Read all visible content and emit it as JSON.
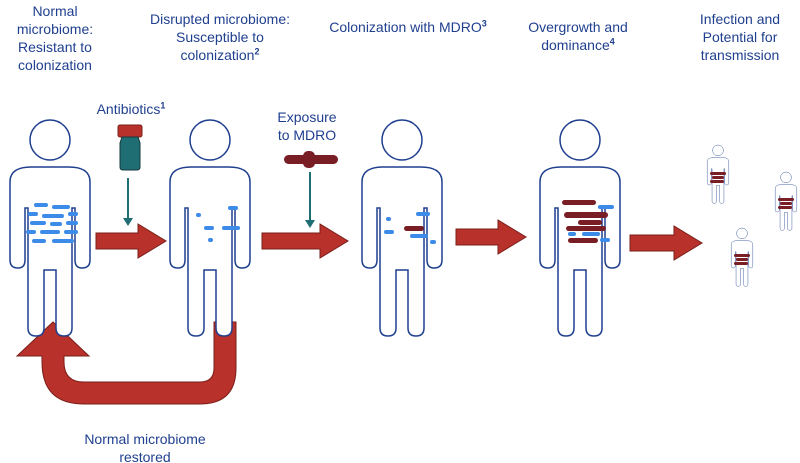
{
  "stages": [
    {
      "line1": "Normal",
      "line2": "microbiome:",
      "line3": "Resistant to",
      "line4": "colonization"
    },
    {
      "line1": "Disrupted microbiome:",
      "line2": "Susceptible to",
      "line3": "colonization",
      "sup": "2"
    },
    {
      "line1": "Colonization with MDRO",
      "sup": "3"
    },
    {
      "line1": "Overgrowth and",
      "line2": "dominance",
      "sup": "4"
    },
    {
      "line1": "Infection and",
      "line2": "Potential for",
      "line3": "transmission"
    }
  ],
  "labels": {
    "antibiotics": "Antibiotics",
    "antibiotics_sup": "1",
    "exposure_line1": "Exposure",
    "exposure_line2": "to MDRO",
    "restored_line1": "Normal microbiome",
    "restored_line2": "restored"
  },
  "colors": {
    "text": "#1f3f8f",
    "arrow_fill": "#b8312a",
    "arrow_stroke": "#7a1f1a",
    "body_outline": "#1f3f8f",
    "normal_bacteria": "#3c8be8",
    "mdro_bacteria": "#7a1e26",
    "down_arrow": "#1f6e74",
    "vial_cap": "#b8312a",
    "vial_body": "#1f6e74"
  },
  "icons": [
    "human-outline-icon",
    "antibiotic-vial-icon",
    "mdro-bacterium-icon",
    "down-arrow-icon",
    "right-arrow-icon",
    "return-arrow-icon"
  ]
}
